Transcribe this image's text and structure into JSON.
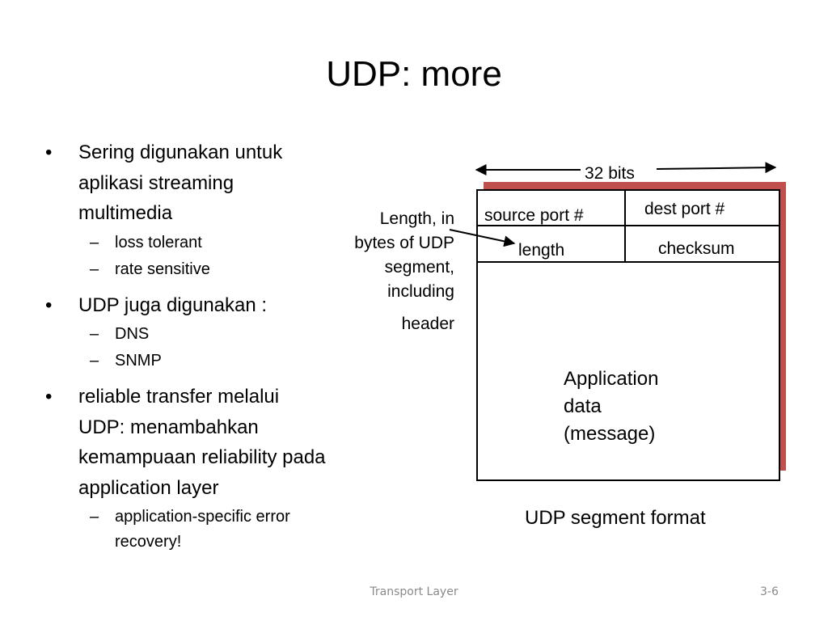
{
  "title": "UDP: more",
  "bullets": [
    {
      "lines": [
        "Sering digunakan untuk",
        "aplikasi streaming",
        "multimedia"
      ],
      "subs": [
        [
          "loss tolerant"
        ],
        [
          "rate sensitive"
        ]
      ]
    },
    {
      "lines": [
        "UDP juga digunakan :"
      ],
      "subs": [
        [
          "DNS"
        ],
        [
          "SNMP"
        ]
      ]
    },
    {
      "lines": [
        "reliable transfer melalui",
        "UDP: menambahkan",
        "kemampuaan reliability pada",
        "application layer"
      ],
      "subs": [
        [
          "application-specific error",
          "recovery!"
        ]
      ]
    }
  ],
  "bullet_symbol": "•",
  "sub_bullet_symbol": "–",
  "diagram": {
    "width_label": "32 bits",
    "length_callout": [
      "Length, in",
      "bytes of UDP",
      "segment,",
      "including",
      "header"
    ],
    "fields": {
      "source_port": "source port #",
      "dest_port": "dest port #",
      "length": "length",
      "checksum": "checksum"
    },
    "payload": [
      "Application",
      "data",
      "(message)"
    ],
    "caption": "UDP segment format",
    "shadow_color": "#c0504d"
  },
  "footer": {
    "center": "Transport Layer",
    "page": "3-6"
  }
}
